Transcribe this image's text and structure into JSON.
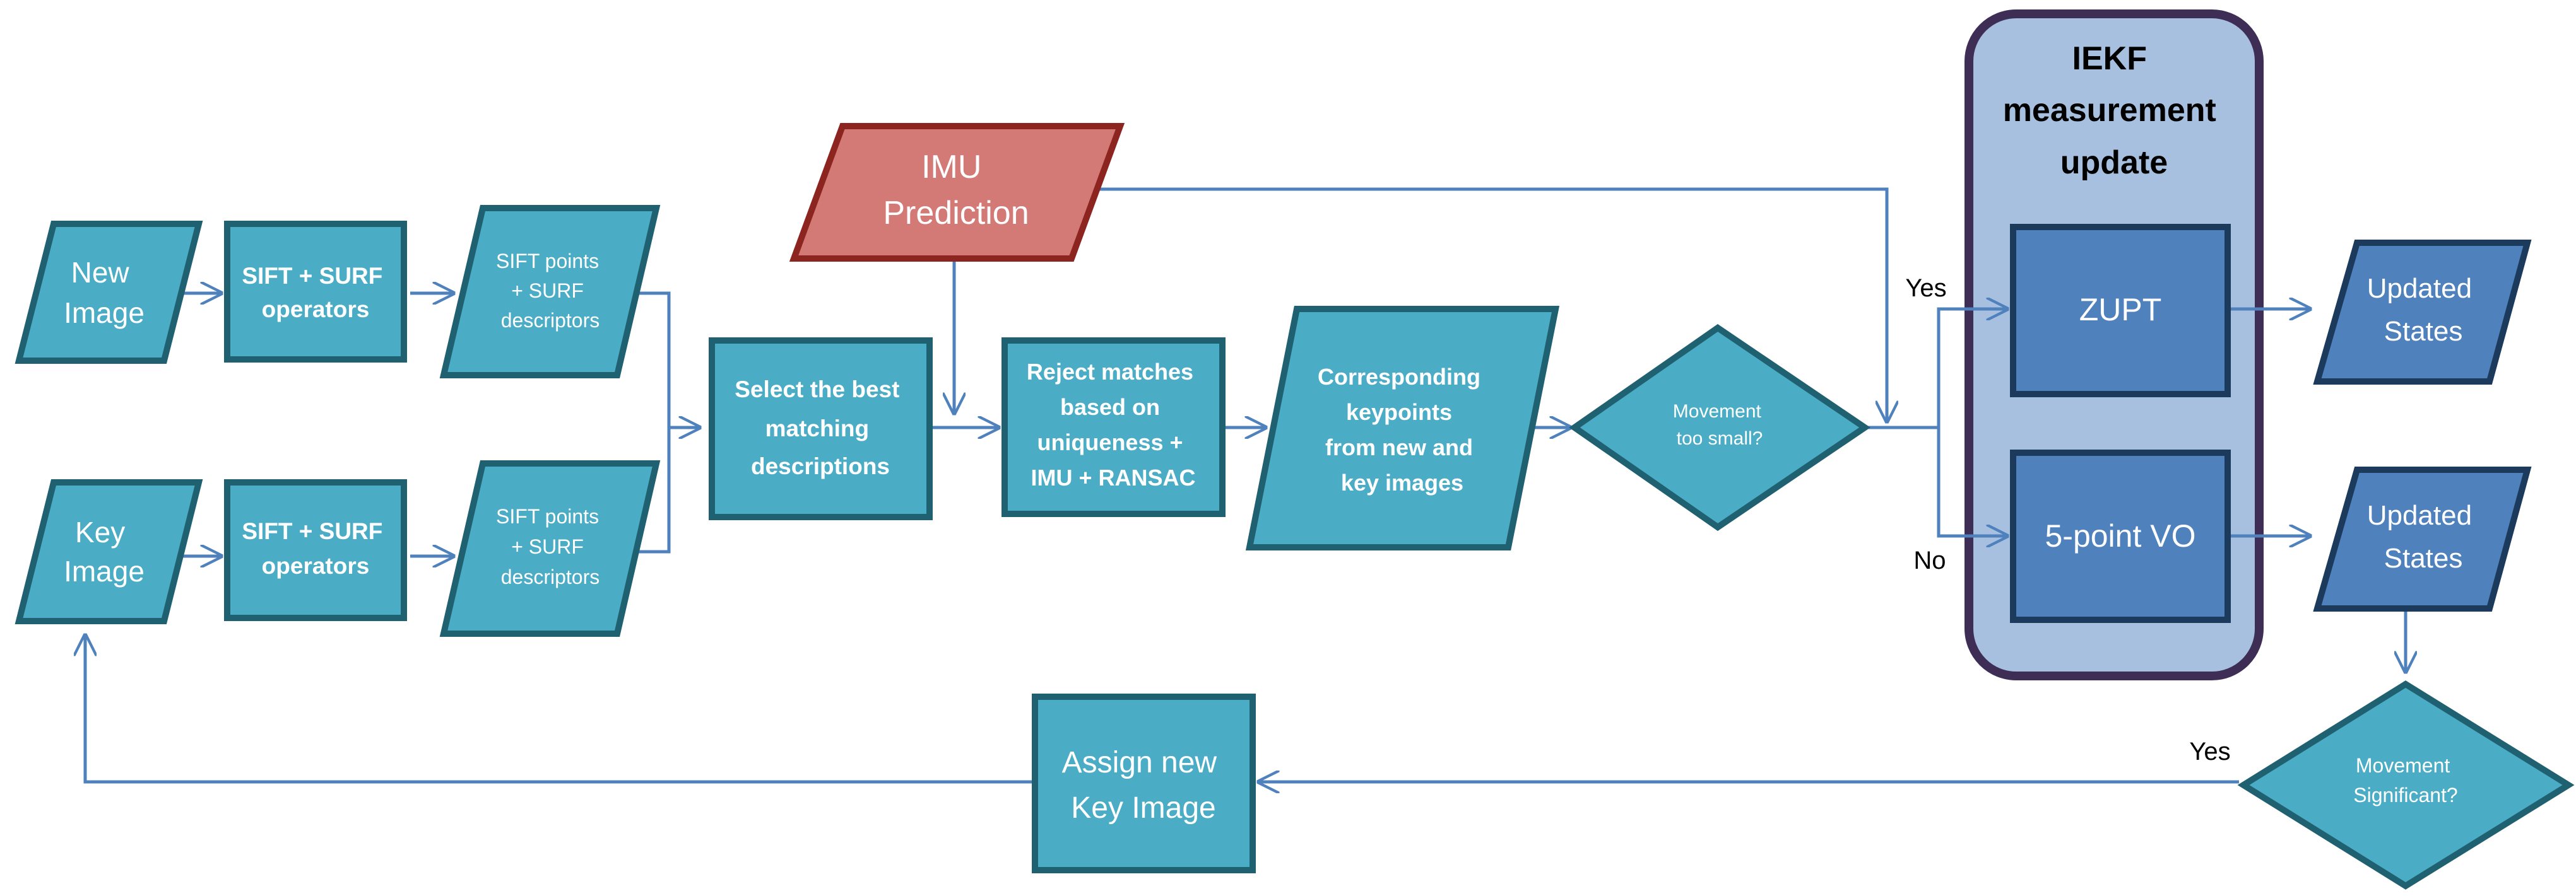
{
  "colors": {
    "teal": "#4BACC6",
    "teal_border": "#1F6170",
    "blue": "#4F81BD",
    "blue_border": "#1B3A5C",
    "red": "#D47A76",
    "red_border": "#8C2520",
    "panel": "#A8C0E0",
    "panel_border": "#3E2E55",
    "arrow": "#4F81BD"
  },
  "nodes": {
    "new_image": [
      "New",
      "Image"
    ],
    "key_image": [
      "Key",
      "Image"
    ],
    "sift_surf_top": [
      "SIFT + SURF",
      "operators"
    ],
    "sift_surf_bottom": [
      "SIFT + SURF",
      "operators"
    ],
    "sift_points_top": [
      "SIFT points",
      "+ SURF",
      "descriptors"
    ],
    "sift_points_bottom": [
      "SIFT points",
      "+ SURF",
      "descriptors"
    ],
    "imu_prediction": [
      "IMU",
      "Prediction"
    ],
    "select_best": [
      "Select the best",
      "matching",
      "descriptions"
    ],
    "reject_matches": [
      "Reject matches",
      "based on",
      "uniqueness +",
      "IMU + RANSAC"
    ],
    "corresponding": [
      "Corresponding",
      "keypoints",
      "from new and",
      "key images"
    ],
    "movement_small": [
      "Movement",
      "too small?"
    ],
    "iekf_title": [
      "IEKF",
      "measurement",
      "update"
    ],
    "zupt": [
      "ZUPT"
    ],
    "five_point_vo": [
      "5-point VO"
    ],
    "updated_states_top": [
      "Updated",
      "States"
    ],
    "updated_states_bottom": [
      "Updated",
      "States"
    ],
    "movement_significant": [
      "Movement",
      "Significant?"
    ],
    "assign_key_image": [
      "Assign new",
      "Key Image"
    ]
  },
  "edge_labels": {
    "yes_zupt": "Yes",
    "no_vo": "No",
    "yes_significant": "Yes"
  }
}
